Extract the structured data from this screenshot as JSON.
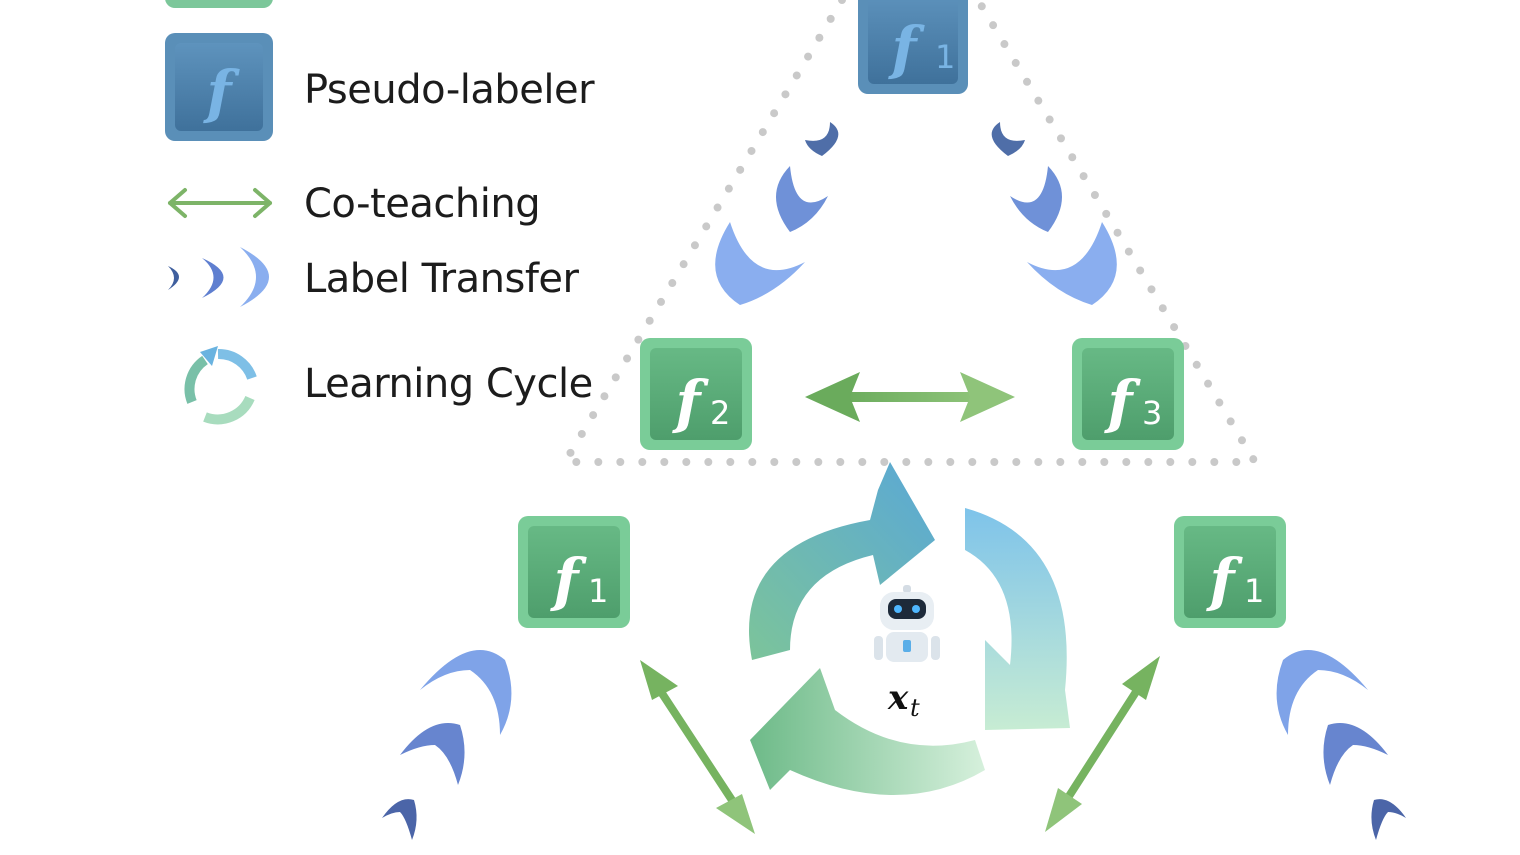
{
  "legend": {
    "pseudo_labeler": "Pseudo-labeler",
    "co_teaching": "Co-teaching",
    "label_transfer": "Label Transfer",
    "learning_cycle": "Learning Cycle"
  },
  "models": {
    "legend_symbol": "f",
    "top": {
      "symbol": "f",
      "subscript": "1"
    },
    "left": {
      "symbol": "f",
      "subscript": "2"
    },
    "right": {
      "symbol": "f",
      "subscript": "3"
    },
    "bottom_left": {
      "symbol": "f",
      "subscript": "1"
    },
    "bottom_right": {
      "symbol": "f",
      "subscript": "1"
    }
  },
  "center_label": {
    "var": "x",
    "subscript": "t"
  },
  "colors": {
    "pseudo_labeler_fill": "#4f84ad",
    "pseudo_labeler_border": "#3d6f99",
    "model_fill": "#5aaa78",
    "model_border": "#6fc28c",
    "co_teaching_arrow": "#7db468",
    "label_transfer": "#7b9ee6",
    "dotted_border": "#c8c8c8"
  },
  "icons": {
    "legend_box": "pseudo-labeler-icon",
    "legend_arrow": "double-arrow-icon",
    "legend_transfer": "label-transfer-icon",
    "legend_cycle": "recycle-icon",
    "robot": "robot-icon"
  }
}
